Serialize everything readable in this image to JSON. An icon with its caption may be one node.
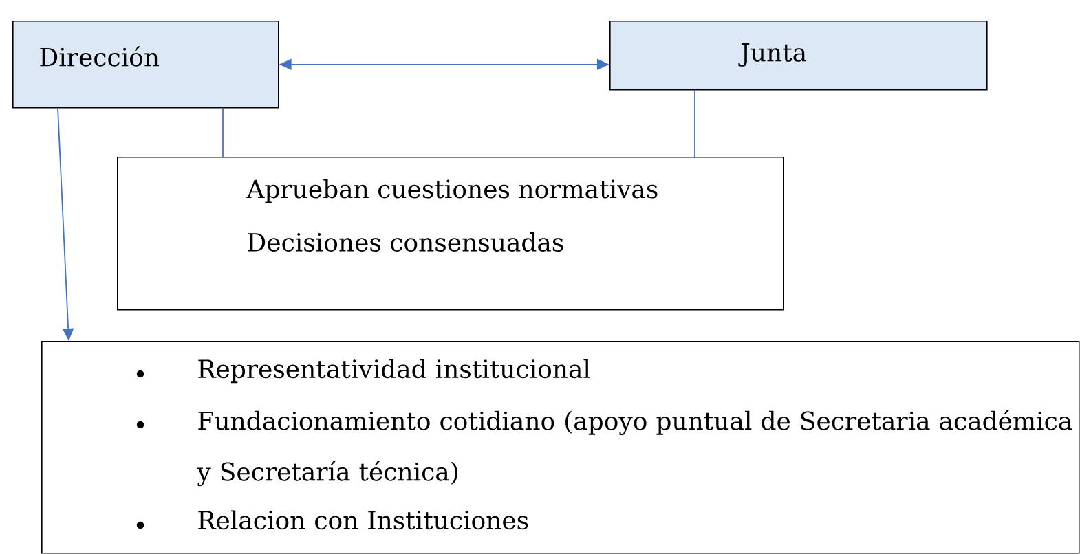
{
  "diagram": {
    "nodes": [
      {
        "text": [
          "Dirección"
        ]
      },
      {
        "text": [
          "Junta"
        ]
      },
      {
        "text": [
          "Aprueban cuestiones normativas",
          "Decisiones consensuadas"
        ]
      },
      {
        "text": [
          "Representatividad institucional",
          "Fundacionamiento cotidiano (apoyo puntual de Secretaria académica y Secretaría técnica)",
          "Relacion con Instituciones"
        ]
      }
    ],
    "edges": [
      {
        "from": 0,
        "to": 1,
        "arrow": "both"
      },
      {
        "from": 0,
        "to": 2,
        "arrow": "none"
      },
      {
        "from": 1,
        "to": 2,
        "arrow": "none"
      },
      {
        "from": 0,
        "to": 3,
        "arrow": "to"
      }
    ]
  }
}
